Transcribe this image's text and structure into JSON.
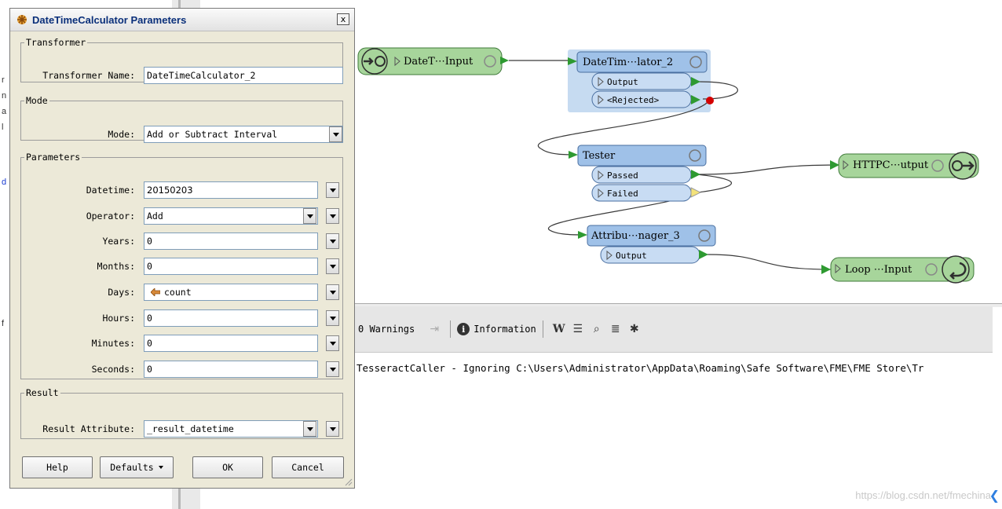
{
  "dialog": {
    "title": "DateTimeCalculator Parameters",
    "close_label": "x",
    "transformer_group": {
      "legend": "Transformer",
      "name_label": "Transformer Name:",
      "name_value": "DateTimeCalculator_2"
    },
    "mode_group": {
      "legend": "Mode",
      "mode_label": "Mode:",
      "mode_value": "Add or Subtract Interval"
    },
    "parameters_group": {
      "legend": "Parameters",
      "fields": [
        {
          "label": "Datetime:",
          "value": "20150203"
        },
        {
          "label": "Operator:",
          "value": "Add"
        },
        {
          "label": "Years:",
          "value": "0"
        },
        {
          "label": "Months:",
          "value": "0"
        },
        {
          "label": "Days:",
          "value": "count"
        },
        {
          "label": "Hours:",
          "value": "0"
        },
        {
          "label": "Minutes:",
          "value": "0"
        },
        {
          "label": "Seconds:",
          "value": "0"
        }
      ]
    },
    "result_group": {
      "legend": "Result",
      "attr_label": "Result Attribute:",
      "attr_value": "_result_datetime"
    },
    "buttons": {
      "help": "Help",
      "defaults": "Defaults",
      "ok": "OK",
      "cancel": "Cancel"
    }
  },
  "workspace": {
    "nodes": {
      "creator": "DateT⋯Input",
      "calculator": "DateTim⋯lator_2",
      "calc_output": "Output",
      "calc_rejected": "<Rejected>",
      "tester": "Tester",
      "passed": "Passed",
      "failed": "Failed",
      "attr_manager": "Attribu⋯nager_3",
      "attr_output": "Output",
      "http_output": "HTTPC⋯utput",
      "loop_input": "Loop ⋯Input"
    }
  },
  "log": {
    "warnings": "0 Warnings",
    "information": "Information",
    "line": "TesseractCaller - Ignoring C:\\Users\\Administrator\\AppData\\Roaming\\Safe Software\\FME\\FME Store\\Tr"
  },
  "watermark": "https://blog.csdn.net/fmechina",
  "colors": {
    "node_fill": "#9fc1e8",
    "node_stroke": "#4a6fa0",
    "io_fill": "#a7d59b",
    "io_stroke": "#3f7a3a",
    "port_fill": "#c8dcf3",
    "selection": "#c6dbf1",
    "port_arrow": "#2e9a31",
    "rejected_dot": "#d40000",
    "failed_port": "#f3e27a"
  }
}
